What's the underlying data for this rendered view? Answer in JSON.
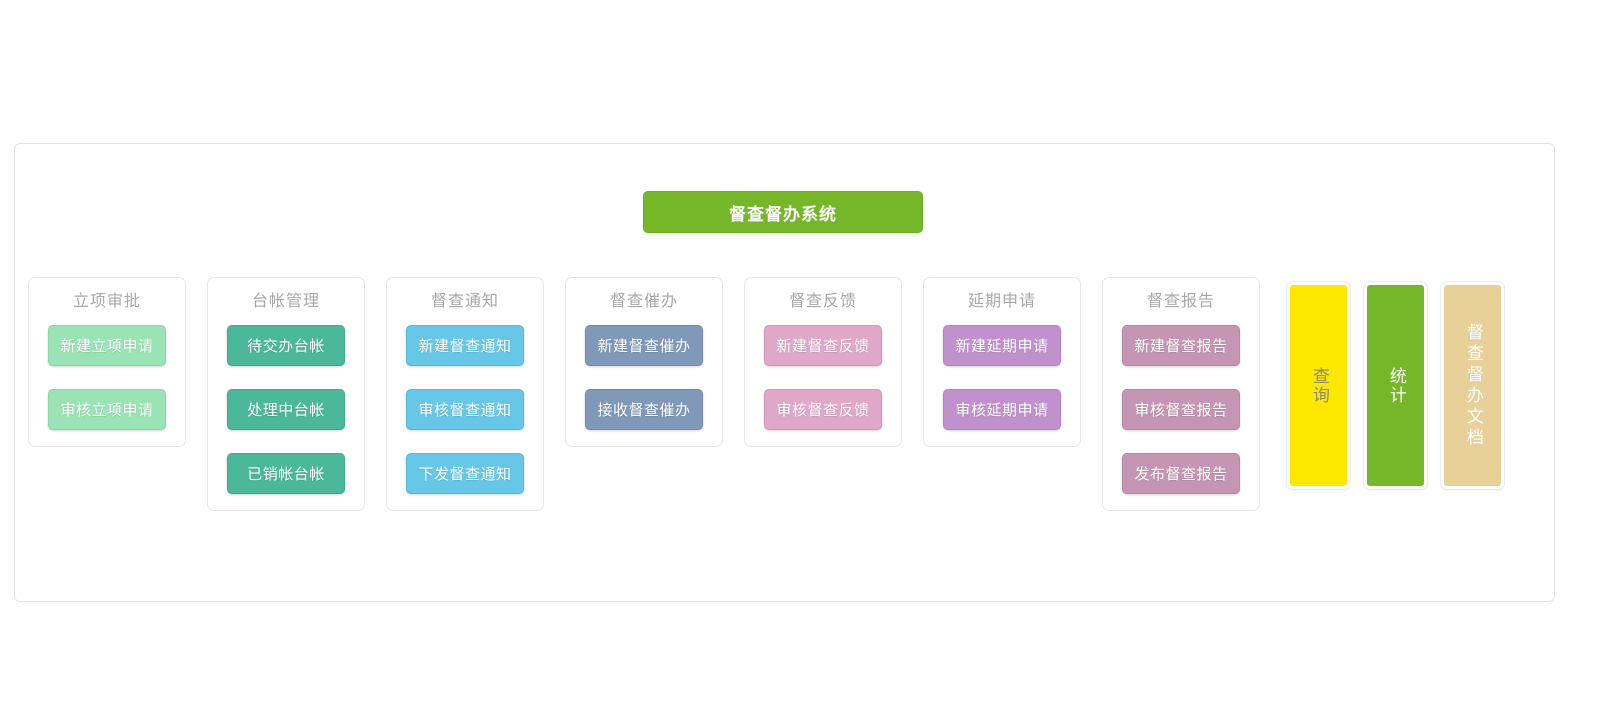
{
  "header": {
    "system_title": "督查督办系统"
  },
  "colors": {
    "brand_green": "#76b72a",
    "frame_border": "#e4e4e4",
    "column_border": "#e7e7e7",
    "column_title": "#a8a8a8",
    "approval_btn": "#9ae3b4",
    "ledger_btn": "#4cb89a",
    "notice_btn": "#66c8e6",
    "urge_btn": "#8099b8",
    "feedback_btn": "#e0a8c8",
    "delay_btn": "#c091cd",
    "report_btn": "#c596b4",
    "query_bar": "#ffe800",
    "stats_bar": "#76b72a",
    "docs_bar": "#e8d199"
  },
  "columns": [
    {
      "key": "approval",
      "title": "立项审批",
      "buttons": [
        "新建立项申请",
        "审核立项申请"
      ]
    },
    {
      "key": "ledger",
      "title": "台帐管理",
      "buttons": [
        "待交办台帐",
        "处理中台帐",
        "已销帐台帐"
      ]
    },
    {
      "key": "notice",
      "title": "督查通知",
      "buttons": [
        "新建督查通知",
        "审核督查通知",
        "下发督查通知"
      ]
    },
    {
      "key": "urge",
      "title": "督查催办",
      "buttons": [
        "新建督查催办",
        "接收督查催办"
      ]
    },
    {
      "key": "feedback",
      "title": "督查反馈",
      "buttons": [
        "新建督查反馈",
        "审核督查反馈"
      ]
    },
    {
      "key": "delay",
      "title": "延期申请",
      "buttons": [
        "新建延期申请",
        "审核延期申请"
      ]
    },
    {
      "key": "report",
      "title": "督查报告",
      "buttons": [
        "新建督查报告",
        "审核督查报告",
        "发布督查报告"
      ]
    }
  ],
  "vertical_bars": [
    {
      "key": "query",
      "label": "查询"
    },
    {
      "key": "stats",
      "label": "统计"
    },
    {
      "key": "docs",
      "label": "督查督办文档"
    }
  ]
}
